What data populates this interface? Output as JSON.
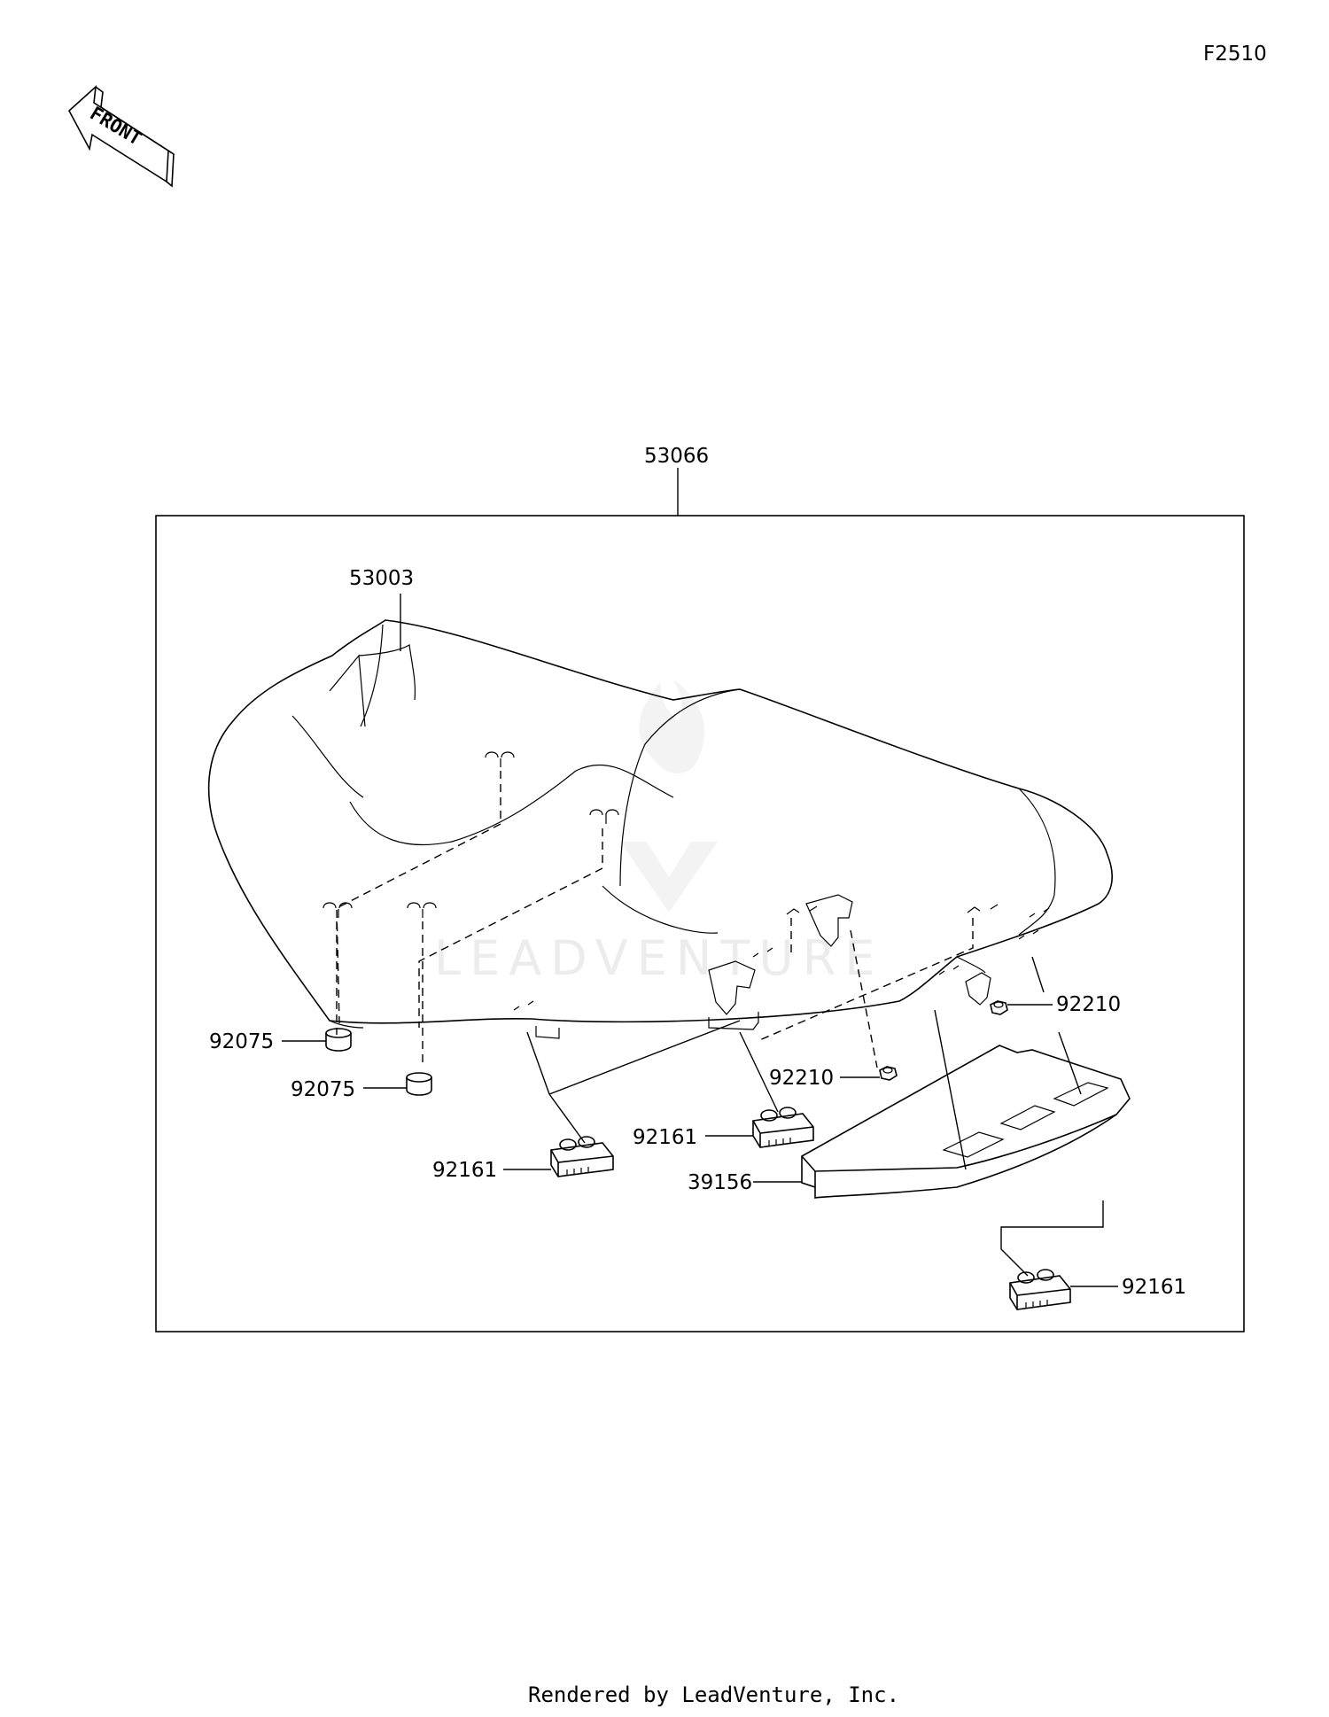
{
  "diagram_code": "F2510",
  "front_arrow_label": "FRONT",
  "watermark": "LEADVENTURE",
  "footer": "Rendered by LeadVenture, Inc.",
  "parts": {
    "seat_assembly": "53066",
    "seat_cover": "53003",
    "damper_left_1": "92075",
    "damper_left_2": "92075",
    "damper_front": "92161",
    "damper_middle": "92161",
    "damper_rear": "92161",
    "nut_middle": "92210",
    "nut_right": "92210",
    "tray": "39156"
  }
}
